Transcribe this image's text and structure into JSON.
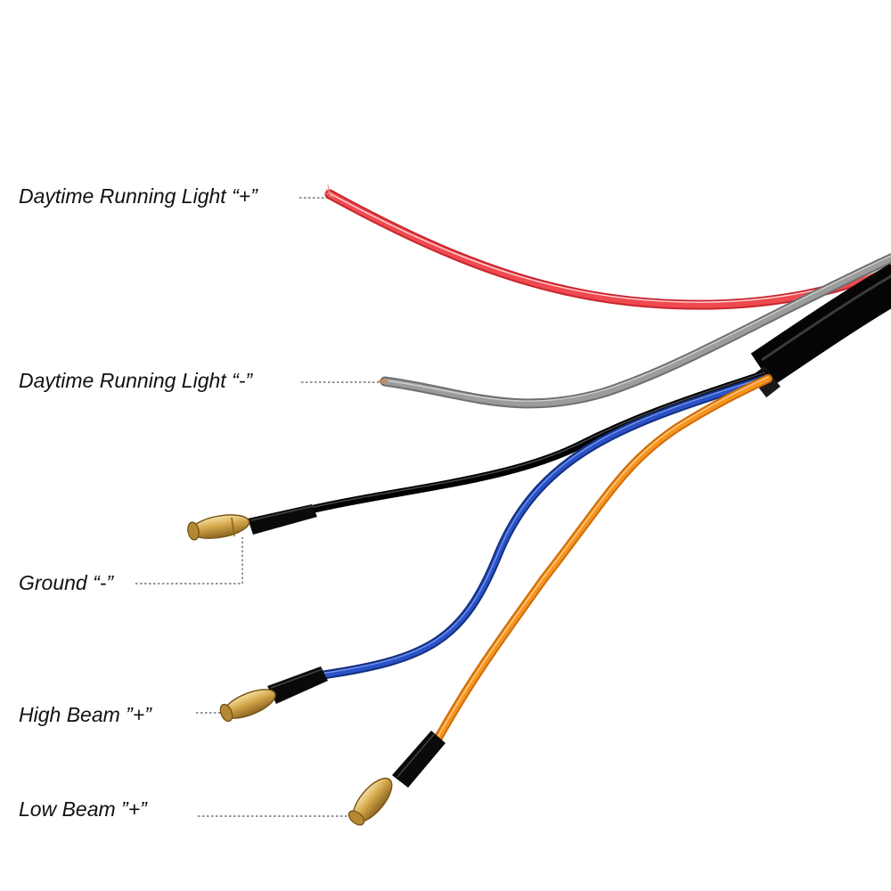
{
  "labels": {
    "drl_positive": "Daytime Running Light “+”",
    "drl_negative": "Daytime Running Light “-”",
    "ground": "Ground “-”",
    "high_beam": "High Beam ”+”",
    "low_beam": "Low Beam ”+”"
  },
  "colors": {
    "drl_positive_wire": "#e8343c",
    "drl_negative_wire": "#8e8e8e",
    "ground_wire": "#111111",
    "high_beam_wire": "#1f3fb0",
    "low_beam_wire": "#f08c1e",
    "sheath": "#0a0a0a",
    "connector_brass": "#d4a64a",
    "leader_line": "#555555"
  }
}
